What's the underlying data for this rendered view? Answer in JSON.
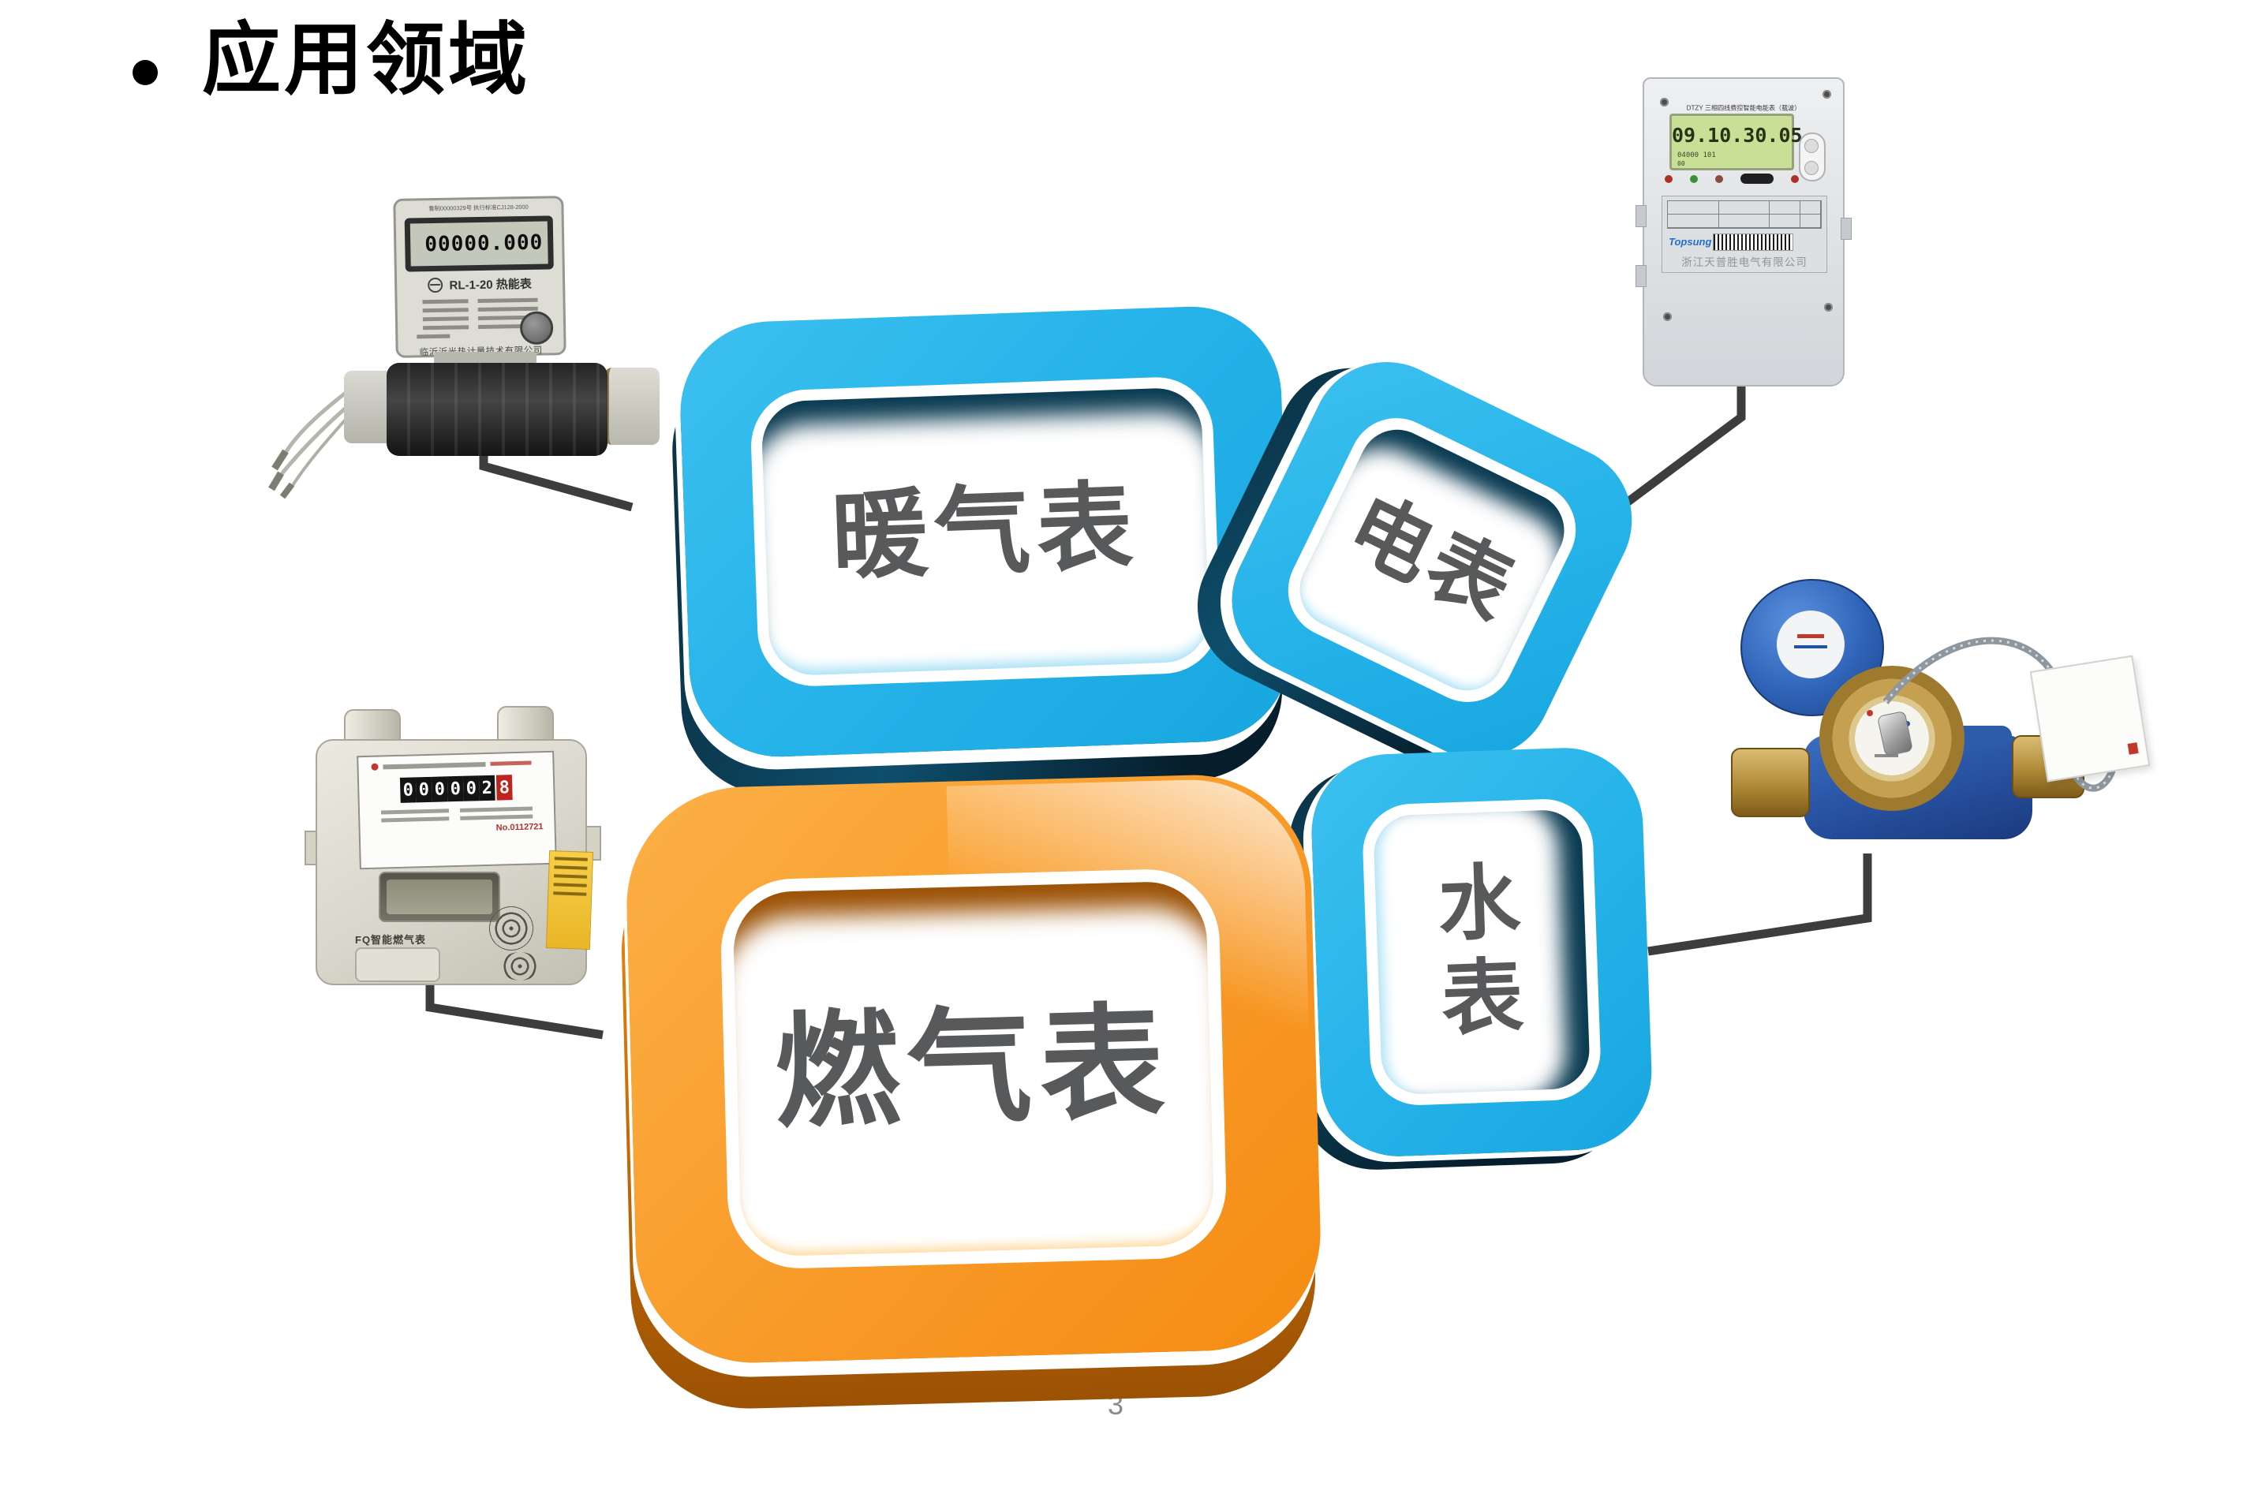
{
  "slide": {
    "title": "应用领域",
    "page_number": "3"
  },
  "colors": {
    "badge_cyan": "#27b4ea",
    "badge_cyan_depth": "#0c3a50",
    "badge_orange": "#f7941e",
    "badge_orange_depth": "#c66c06",
    "label_gray": "#58595b",
    "connector_gray": "#3d3d3d"
  },
  "badges": {
    "heating": {
      "label": "暖气表"
    },
    "electric": {
      "label": "电表"
    },
    "water": {
      "chars": [
        "水",
        "表"
      ]
    },
    "gas": {
      "label": "燃气表"
    }
  },
  "products": {
    "heat_meter": {
      "top_line": "鲁制00000329号  执行标准CJ128-2000",
      "lcd_value": "00000.000",
      "model": "RL-1-20 热能表",
      "company": "临沂沂光热计量技术有限公司"
    },
    "electric_meter": {
      "header": "DTZY 三相四线费控智能电能表（载波）",
      "lcd_value": "09.10.30.05",
      "lcd_sub": "04000 101",
      "lcd_sub2": "00",
      "brand": "Topsung",
      "company": "浙江天普胜电气有限公司"
    },
    "gas_meter": {
      "odometer_black": "000002",
      "odometer_red": "8",
      "serial": "No.0112721",
      "label": "FQ智能燃气表"
    }
  }
}
